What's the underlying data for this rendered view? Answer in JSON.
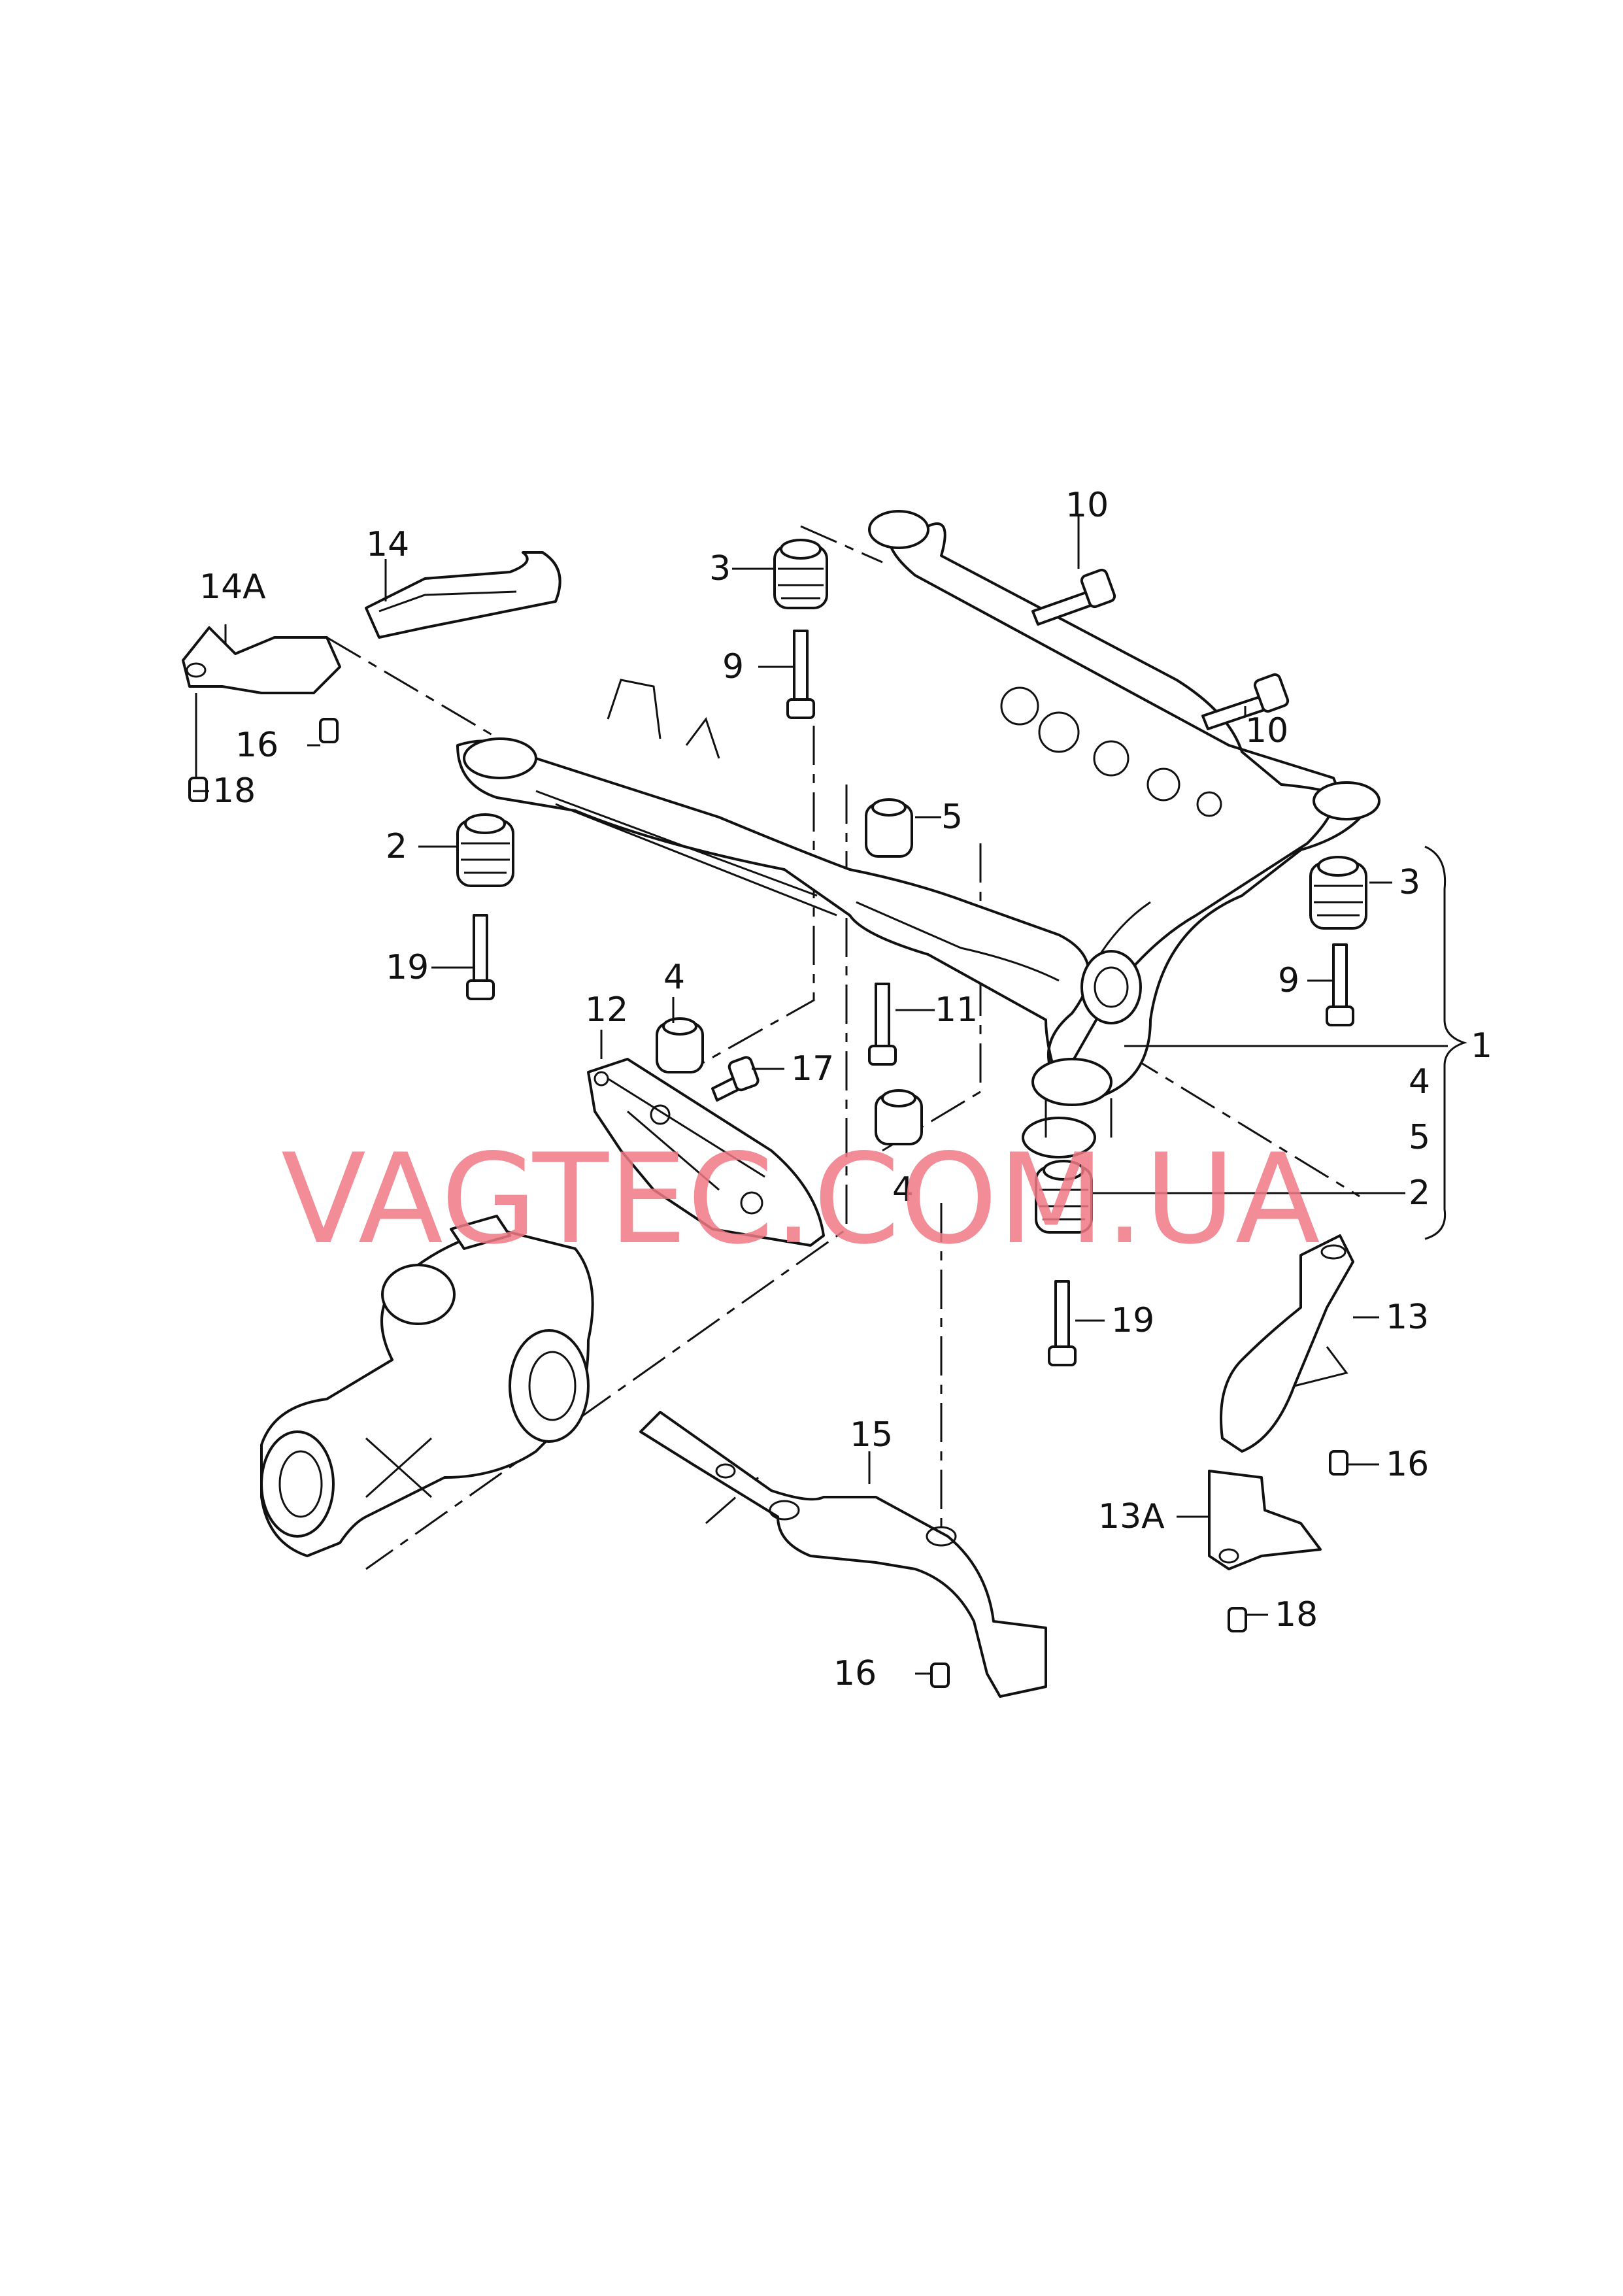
{
  "watermark": "VAGTEC.COM.UA",
  "colors": {
    "watermark": "#f07a85",
    "lines": "#111111",
    "background": "#ffffff"
  },
  "callouts": {
    "c10": "10",
    "c14": "14",
    "c14a": "14A",
    "c3_left": "3",
    "c9_left": "9",
    "c16_left": "16",
    "c18_left": "18",
    "c10_right": "10",
    "c5": "5",
    "c2_left": "2",
    "c19_left": "19",
    "c3_right": "3",
    "c9_right": "9",
    "c4_top": "4",
    "c12": "12",
    "c11": "11",
    "c1": "1",
    "c17": "17",
    "c4_group": "4",
    "c5_group": "5",
    "c4_mid": "4",
    "c2_group": "2",
    "c19_right": "19",
    "c13": "13",
    "c15": "15",
    "c16_right": "16",
    "c13a": "13A",
    "c18_right": "18",
    "c16_bottom": "16"
  }
}
